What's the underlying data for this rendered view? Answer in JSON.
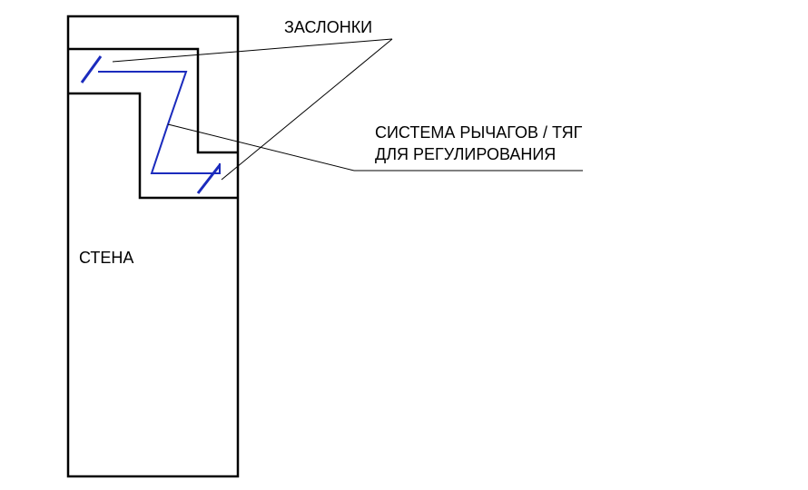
{
  "labels": {
    "dampers": "ЗАСЛОНКИ",
    "lever_system_line1": "СИСТЕМА РЫЧАГОВ / ТЯГ",
    "lever_system_line2": "ДЛЯ РЕГУЛИРОВАНИЯ",
    "wall": "СТЕНА"
  },
  "colors": {
    "background": "#ffffff",
    "outline": "#000000",
    "mechanism": "#1b2bbd"
  }
}
